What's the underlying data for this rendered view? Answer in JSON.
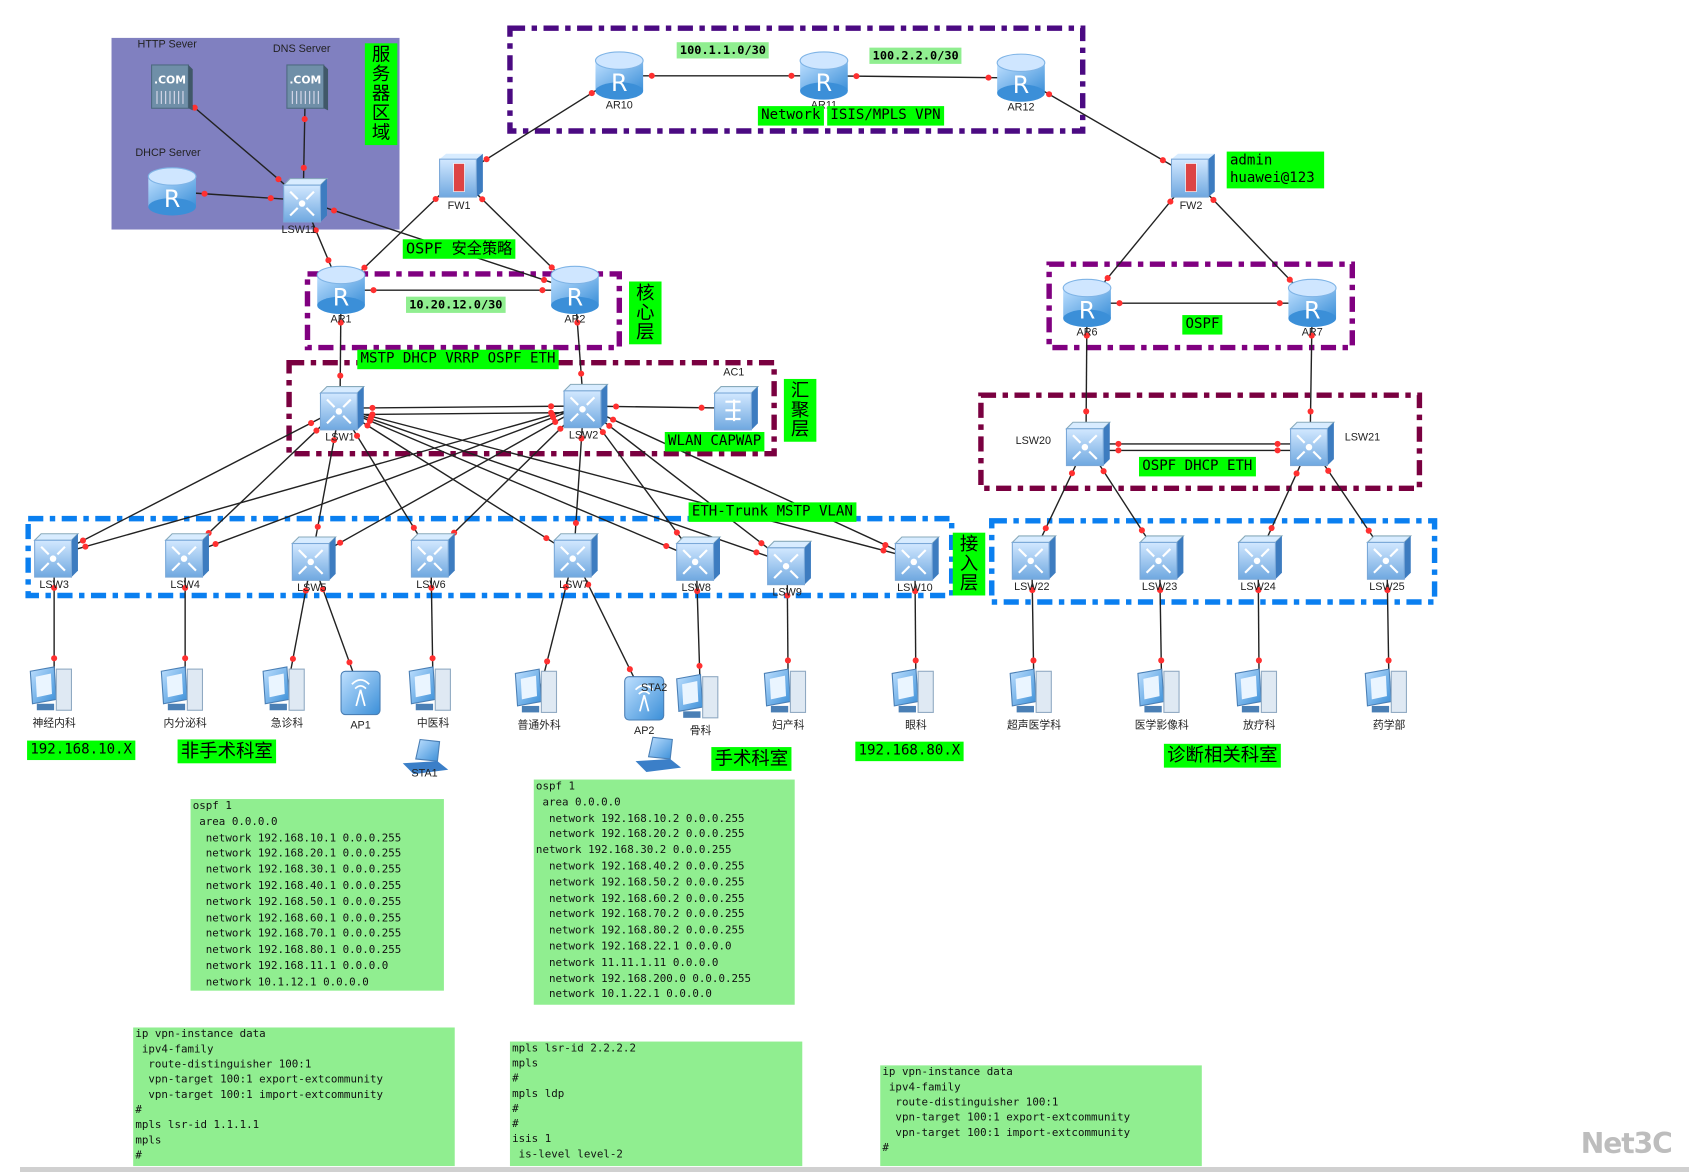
{
  "colors": {
    "label_bg": "#00ff00",
    "subnet_bg": "#90ee90",
    "server_area": "#8080c0",
    "wan_border": "#4b0a82",
    "core_border": "#800080",
    "agg_border": "#7a0040",
    "access_border": "#0a7ff0",
    "link": "#222222",
    "port_dot": "#ff3030"
  },
  "nodes": {
    "http": {
      "label": "HTTP Sever",
      "type": "server"
    },
    "dns": {
      "label": "DNS Server",
      "type": "server"
    },
    "dhcp": {
      "label": "DHCP Server",
      "type": "router"
    },
    "lsw11": {
      "label": "LSW11",
      "type": "switch"
    },
    "ar10": {
      "label": "AR10",
      "type": "router"
    },
    "ar11": {
      "label": "AR11",
      "type": "router"
    },
    "ar12": {
      "label": "AR12",
      "type": "router"
    },
    "fw1": {
      "label": "FW1",
      "type": "firewall"
    },
    "fw2": {
      "label": "FW2",
      "type": "firewall"
    },
    "ar1": {
      "label": "AR1",
      "type": "router"
    },
    "ar2": {
      "label": "AR2",
      "type": "router"
    },
    "ar6": {
      "label": "AR6",
      "type": "router"
    },
    "ar7": {
      "label": "AR7",
      "type": "router"
    },
    "lsw1": {
      "label": "LSW1",
      "type": "switch"
    },
    "lsw2": {
      "label": "LSW2",
      "type": "switch"
    },
    "ac1": {
      "label": "AC1",
      "type": "ac"
    },
    "lsw20": {
      "label": "LSW20",
      "type": "switch"
    },
    "lsw21": {
      "label": "LSW21",
      "type": "switch"
    },
    "lsw3": {
      "label": "LSW3",
      "type": "switch"
    },
    "lsw4": {
      "label": "LSW4",
      "type": "switch"
    },
    "lsw5": {
      "label": "LSW5",
      "type": "switch"
    },
    "lsw6": {
      "label": "LSW6",
      "type": "switch"
    },
    "lsw7": {
      "label": "LSW7",
      "type": "switch"
    },
    "lsw8": {
      "label": "LSW8",
      "type": "switch"
    },
    "lsw9": {
      "label": "LSW9",
      "type": "switch"
    },
    "lsw10": {
      "label": "LSW10",
      "type": "switch"
    },
    "lsw22": {
      "label": "LSW22",
      "type": "switch"
    },
    "lsw23": {
      "label": "LSW23",
      "type": "switch"
    },
    "lsw24": {
      "label": "LSW24",
      "type": "switch"
    },
    "lsw25": {
      "label": "LSW25",
      "type": "switch"
    },
    "pc_neuro": {
      "label": "神经内科",
      "type": "pc"
    },
    "pc_endo": {
      "label": "内分泌科",
      "type": "pc"
    },
    "pc_er": {
      "label": "急诊科",
      "type": "pc"
    },
    "ap1": {
      "label": "AP1",
      "type": "ap"
    },
    "pc_tcm": {
      "label": "中医科",
      "type": "pc"
    },
    "pc_surg": {
      "label": "普通外科",
      "type": "pc"
    },
    "ap2": {
      "label": "AP2",
      "type": "ap"
    },
    "pc_ortho": {
      "label": "骨科",
      "type": "pc"
    },
    "pc_obgyn": {
      "label": "妇产科",
      "type": "pc"
    },
    "pc_eye": {
      "label": "眼科",
      "type": "pc"
    },
    "pc_us": {
      "label": "超声医学科",
      "type": "pc"
    },
    "pc_img": {
      "label": "医学影像科",
      "type": "pc"
    },
    "pc_rad": {
      "label": "放疗科",
      "type": "pc"
    },
    "pc_pharm": {
      "label": "药学部",
      "type": "pc"
    },
    "sta1": {
      "label": "STA1",
      "type": "laptop"
    },
    "sta2": {
      "label": "STA2",
      "type": "laptop"
    }
  },
  "links": [
    [
      "http",
      "lsw11"
    ],
    [
      "dns",
      "lsw11"
    ],
    [
      "dhcp",
      "lsw11"
    ],
    [
      "lsw11",
      "ar1"
    ],
    [
      "lsw11",
      "ar2"
    ],
    [
      "ar10",
      "fw1"
    ],
    [
      "fw1",
      "ar1"
    ],
    [
      "fw1",
      "ar2"
    ],
    [
      "ar10",
      "ar11"
    ],
    [
      "ar11",
      "ar12"
    ],
    [
      "ar12",
      "fw2"
    ],
    [
      "fw2",
      "ar6"
    ],
    [
      "fw2",
      "ar7"
    ],
    [
      "ar6",
      "ar7"
    ],
    [
      "ar1",
      "ar2"
    ],
    [
      "ar1",
      "lsw1"
    ],
    [
      "ar2",
      "lsw2"
    ],
    [
      "lsw1",
      "lsw2"
    ],
    [
      "lsw1",
      "lsw2"
    ],
    [
      "lsw2",
      "ac1"
    ],
    [
      "ar6",
      "lsw20"
    ],
    [
      "ar7",
      "lsw21"
    ],
    [
      "lsw20",
      "lsw21"
    ],
    [
      "lsw20",
      "lsw21"
    ],
    [
      "lsw1",
      "lsw3"
    ],
    [
      "lsw1",
      "lsw4"
    ],
    [
      "lsw1",
      "lsw5"
    ],
    [
      "lsw1",
      "lsw6"
    ],
    [
      "lsw1",
      "lsw7"
    ],
    [
      "lsw1",
      "lsw8"
    ],
    [
      "lsw1",
      "lsw9"
    ],
    [
      "lsw1",
      "lsw10"
    ],
    [
      "lsw2",
      "lsw3"
    ],
    [
      "lsw2",
      "lsw4"
    ],
    [
      "lsw2",
      "lsw5"
    ],
    [
      "lsw2",
      "lsw6"
    ],
    [
      "lsw2",
      "lsw7"
    ],
    [
      "lsw2",
      "lsw8"
    ],
    [
      "lsw2",
      "lsw9"
    ],
    [
      "lsw2",
      "lsw10"
    ],
    [
      "lsw20",
      "lsw22"
    ],
    [
      "lsw20",
      "lsw23"
    ],
    [
      "lsw21",
      "lsw24"
    ],
    [
      "lsw21",
      "lsw25"
    ],
    [
      "lsw3",
      "pc_neuro"
    ],
    [
      "lsw4",
      "pc_endo"
    ],
    [
      "lsw5",
      "pc_er"
    ],
    [
      "lsw5",
      "ap1"
    ],
    [
      "lsw6",
      "pc_tcm"
    ],
    [
      "lsw7",
      "pc_surg"
    ],
    [
      "lsw7",
      "ap2"
    ],
    [
      "lsw8",
      "pc_ortho"
    ],
    [
      "lsw9",
      "pc_obgyn"
    ],
    [
      "lsw10",
      "pc_eye"
    ],
    [
      "lsw22",
      "pc_us"
    ],
    [
      "lsw23",
      "pc_img"
    ],
    [
      "lsw24",
      "pc_rad"
    ],
    [
      "lsw25",
      "pc_pharm"
    ]
  ],
  "labels": {
    "server_area": "服务器区域",
    "core_layer": "核心层",
    "agg_layer": "汇聚层",
    "access_layer": "接入层",
    "wan_subnet1": "100.1.1.0/30",
    "wan_subnet2": "100.2.2.0/30",
    "wan_network": "Network",
    "wan_protocols": "ISIS/MPLS VPN",
    "fw2_creds": [
      "admin",
      "huawei@123"
    ],
    "fw_policy": "OSPF 安全策略",
    "core_subnet": "10.20.12.0/30",
    "agg_protocols": "MSTP DHCP VRRP OSPF ETH",
    "wlan": "WLAN CAPWAP",
    "access_protocols": "ETH-Trunk MSTP VLAN",
    "right_ospf": "OSPF",
    "right_agg": "OSPF DHCP ETH",
    "subnet_10": "192.168.10.X",
    "non_surgical": "非手术科室",
    "surgical": "手术科室",
    "subnet_80": "192.168.80.X",
    "diagnostic": "诊断相关科室"
  },
  "configs": [
    [
      "ospf 1",
      " area 0.0.0.0",
      "  network 192.168.10.1 0.0.0.255",
      "  network 192.168.20.1 0.0.0.255",
      "  network 192.168.30.1 0.0.0.255",
      "  network 192.168.40.1 0.0.0.255",
      "  network 192.168.50.1 0.0.0.255",
      "  network 192.168.60.1 0.0.0.255",
      "  network 192.168.70.1 0.0.0.255",
      "  network 192.168.80.1 0.0.0.255",
      "  network 192.168.11.1 0.0.0.0",
      "  network 10.1.12.1 0.0.0.0"
    ],
    [
      "ospf 1",
      " area 0.0.0.0",
      "  network 192.168.10.2 0.0.0.255",
      "  network 192.168.20.2 0.0.0.255",
      "network 192.168.30.2 0.0.0.255",
      "  network 192.168.40.2 0.0.0.255",
      "  network 192.168.50.2 0.0.0.255",
      "  network 192.168.60.2 0.0.0.255",
      "  network 192.168.70.2 0.0.0.255",
      "  network 192.168.80.2 0.0.0.255",
      "  network 192.168.22.1 0.0.0.0",
      "  network 11.11.1.11 0.0.0.0",
      "  network 192.168.200.0 0.0.0.255",
      "  network 10.1.22.1 0.0.0.0"
    ],
    [
      "ip vpn-instance data",
      " ipv4-family",
      "  route-distinguisher 100:1",
      "  vpn-target 100:1 export-extcommunity",
      "  vpn-target 100:1 import-extcommunity",
      "#",
      "mpls lsr-id 1.1.1.1",
      "mpls",
      "#"
    ],
    [
      "mpls lsr-id 2.2.2.2",
      "mpls",
      "#",
      "mpls ldp",
      "#",
      "#",
      "isis 1",
      " is-level level-2"
    ],
    [
      "ip vpn-instance data",
      " ipv4-family",
      "  route-distinguisher 100:1",
      "  vpn-target 100:1 export-extcommunity",
      "  vpn-target 100:1 import-extcommunity",
      "#"
    ]
  ],
  "watermark": "Net3C"
}
